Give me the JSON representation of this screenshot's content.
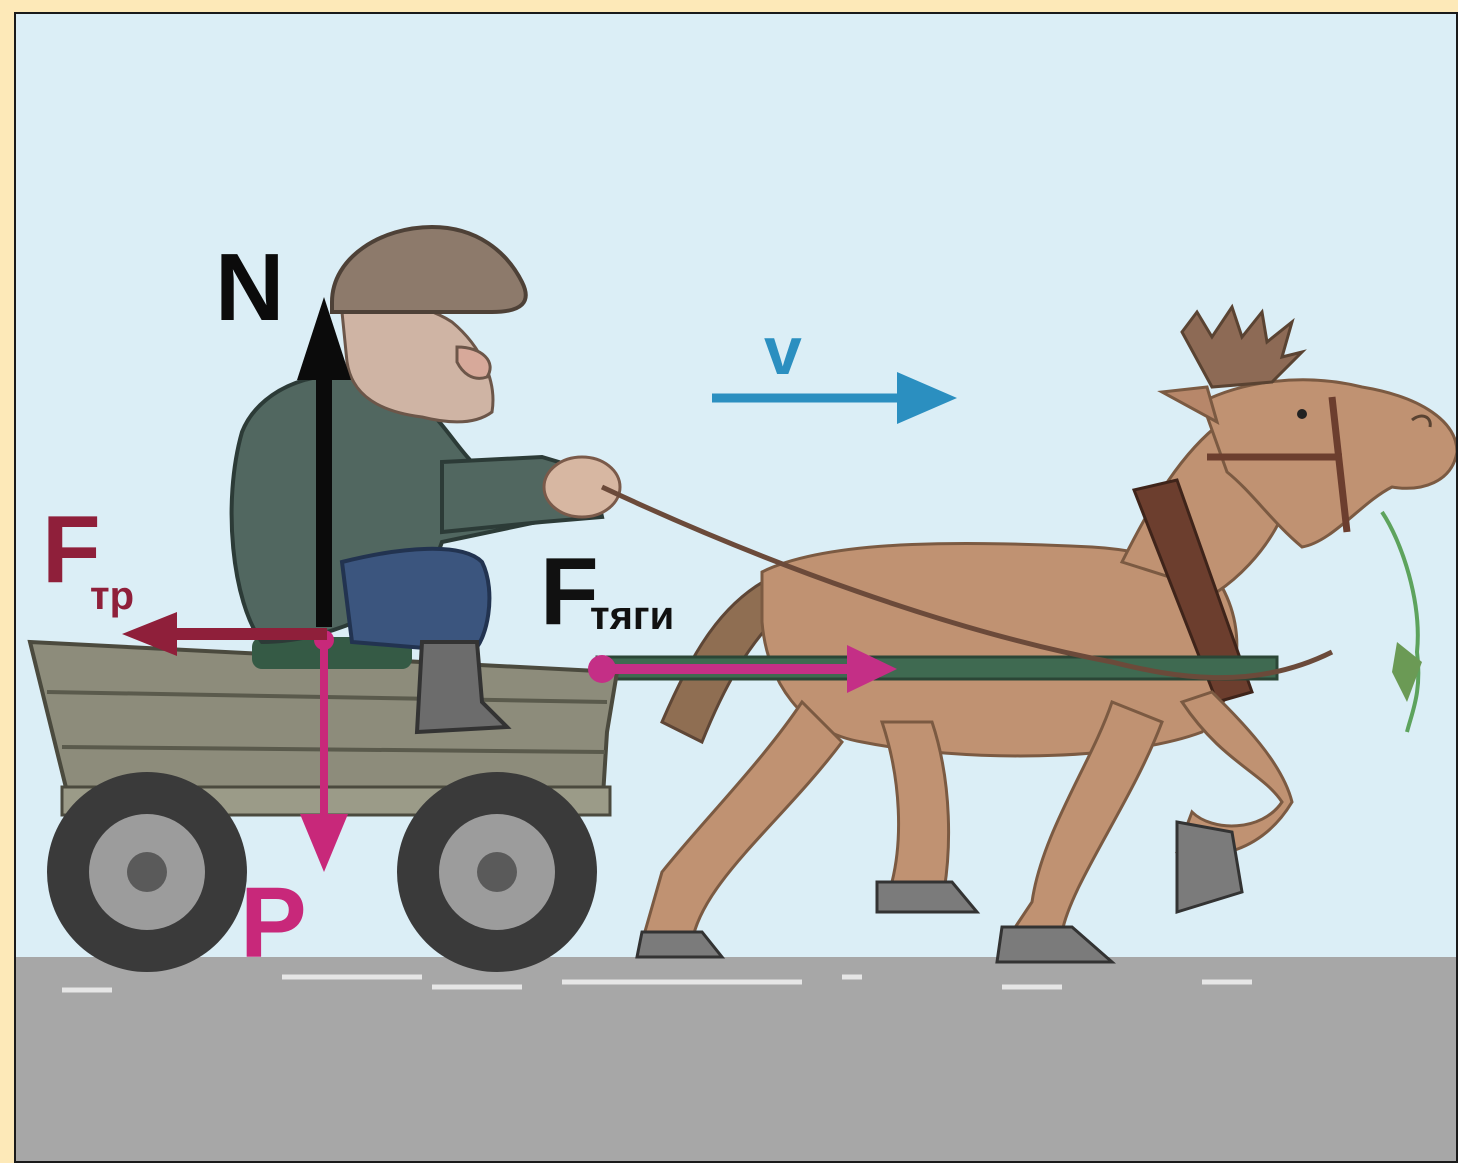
{
  "diagram": {
    "velocity_label": "v",
    "normal_force": {
      "main": "N"
    },
    "weight": {
      "main": "P"
    },
    "friction_force": {
      "main": "F",
      "sub": "тр"
    },
    "traction_force": {
      "main": "F",
      "sub": "тяги"
    }
  },
  "colors": {
    "frame_background": "#fde9b8",
    "sky": "#dbeef6",
    "ground": "#a7a7a7",
    "normal_arrow": "#0b0b0b",
    "weight_arrow": "#c8287a",
    "friction_arrow": "#8f1f3a",
    "traction_arrow": "#c42f86",
    "velocity_arrow": "#2b8fc0"
  }
}
